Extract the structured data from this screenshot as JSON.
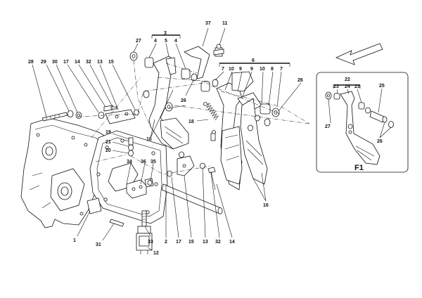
{
  "diagram": {
    "inset_title": "F1",
    "labels": {
      "n1": "1",
      "n2": "2",
      "n3": "3",
      "n4": "4",
      "n5": "5",
      "n6": "6",
      "n7": "7",
      "n8": "8",
      "n9": "9",
      "n10": "10",
      "n11": "11",
      "n12": "12",
      "n13": "13",
      "n14": "14",
      "n15": "15",
      "n16": "16",
      "n17": "17",
      "n18": "18",
      "n19": "19",
      "n20": "20",
      "n21": "21",
      "n22": "22",
      "n23": "23",
      "n24": "24",
      "n25": "25",
      "n26": "26",
      "n27": "27",
      "n28": "28",
      "n29": "29",
      "n30": "30",
      "n31": "31",
      "n32": "32",
      "n33": "33",
      "n34": "34",
      "n35": "35",
      "n36": "36",
      "n37": "37"
    }
  }
}
